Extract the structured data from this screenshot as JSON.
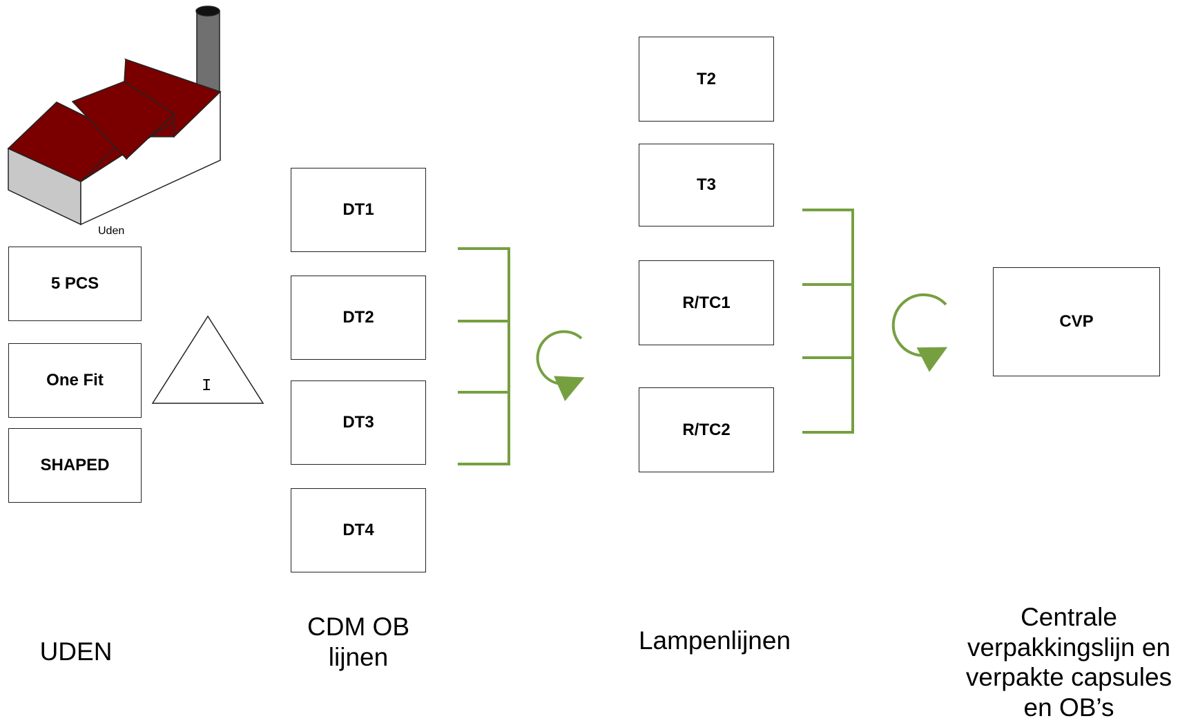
{
  "factory": {
    "icon": "factory-icon",
    "label": "Uden",
    "colors": {
      "roof": "#7a0000",
      "wall_side": "#c8c8c8",
      "wall_front": "#ffffff",
      "chimney": "#707070"
    }
  },
  "uden_products": [
    "5 PCS",
    "One Fit",
    "SHAPED"
  ],
  "inventory": {
    "icon": "inventory-triangle-icon",
    "label": "I"
  },
  "cdm_lines": [
    "DT1",
    "DT2",
    "DT3",
    "DT4"
  ],
  "lamp_lines": [
    "T2",
    "T3",
    "R/TC1",
    "R/TC2"
  ],
  "cvp": "CVP",
  "captions": {
    "uden": "UDEN",
    "cdm": [
      "CDM OB",
      "lijnen"
    ],
    "lamp": "Lampenlijnen",
    "central": [
      "Centrale",
      "verpakkingslijn en",
      "verpakte capsules",
      "en OB’s"
    ]
  },
  "colors": {
    "connector": "#76a040",
    "box_border": "#222222"
  }
}
